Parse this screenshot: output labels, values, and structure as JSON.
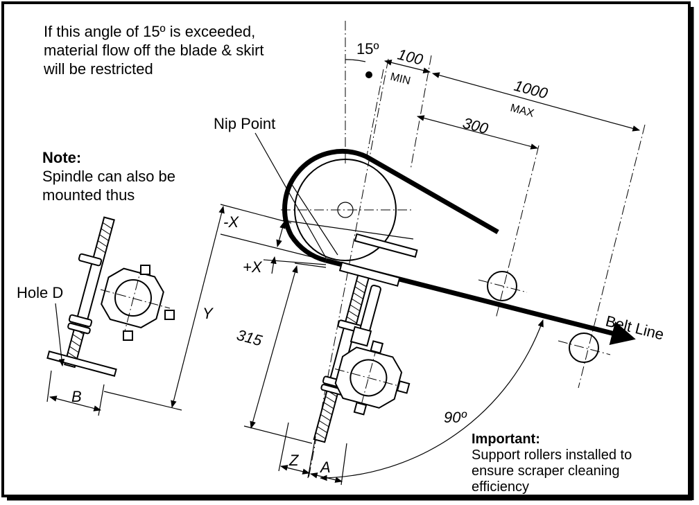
{
  "notes": {
    "angle_warning": [
      "If this angle of 15º is exceeded,",
      "material flow off the blade & skirt",
      "will be restricted"
    ],
    "spindle_title": "Note:",
    "spindle_text": [
      "Spindle can also be",
      "mounted thus"
    ],
    "important_title": "Important:",
    "important_text": [
      "Support rollers installed to",
      "ensure scraper cleaning",
      "efficiency"
    ]
  },
  "labels": {
    "nip_point": "Nip Point",
    "hole_d": "Hole D",
    "belt_line": "Belt Line",
    "b": "B",
    "y": "Y",
    "minus_x": "-X",
    "plus_x": "+X",
    "z": "Z",
    "a": "A"
  },
  "dimensions": {
    "angle": "15º",
    "min_value": "100",
    "min_label": "MIN",
    "max_value": "1000",
    "max_label": "MAX",
    "d300": "300",
    "d315": "315",
    "right_angle": "90º"
  }
}
